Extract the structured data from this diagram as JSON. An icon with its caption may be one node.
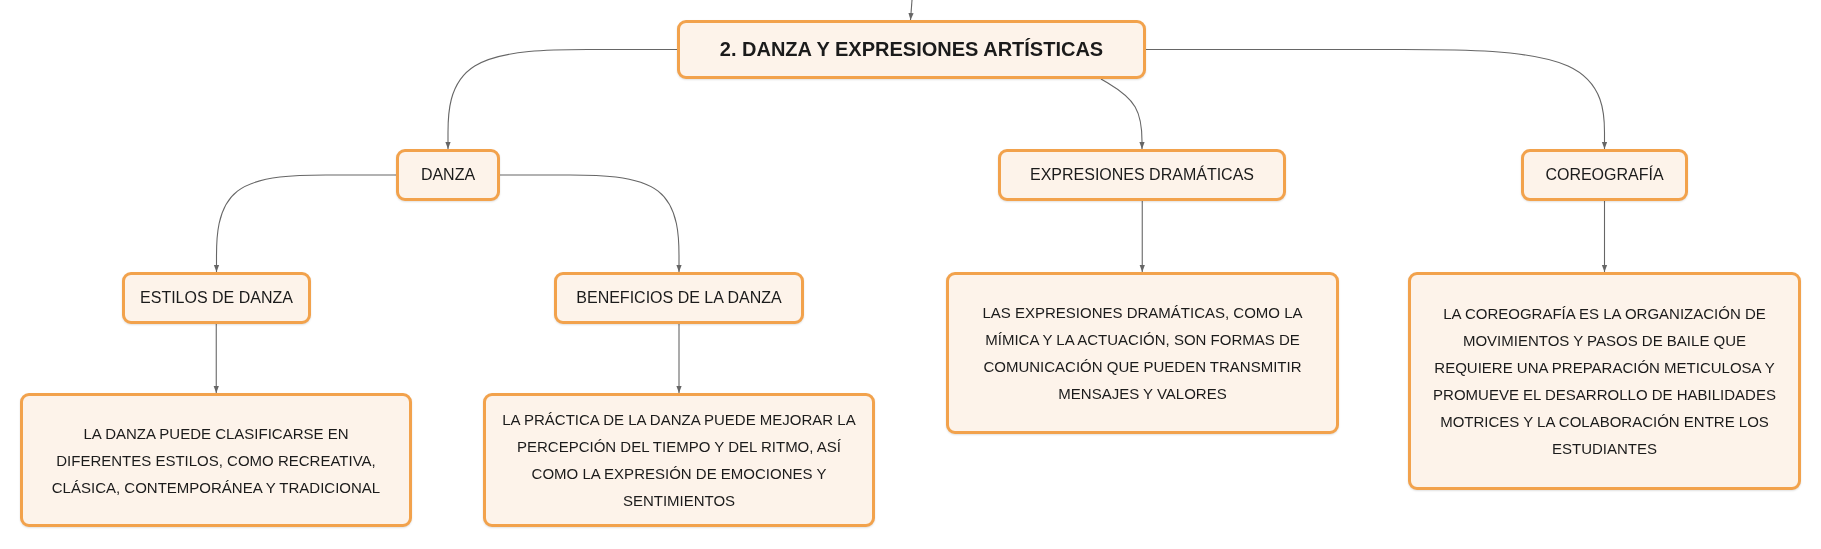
{
  "diagram": {
    "nodes": [
      {
        "text": [
          "2. DANZA Y EXPRESIONES ARTÍSTICAS"
        ]
      },
      {
        "text": [
          "DANZA"
        ]
      },
      {
        "text": [
          "EXPRESIONES DRAMÁTICAS"
        ]
      },
      {
        "text": [
          "COREOGRAFÍA"
        ]
      },
      {
        "text": [
          "ESTILOS DE DANZA"
        ]
      },
      {
        "text": [
          "BENEFICIOS DE LA DANZA"
        ]
      },
      {
        "text": [
          "LA DANZA PUEDE CLASIFICARSE EN DIFERENTES ESTILOS, COMO RECREATIVA, CLÁSICA, CONTEMPORÁNEA Y TRADICIONAL"
        ]
      },
      {
        "text": [
          "LA PRÁCTICA DE LA DANZA PUEDE MEJORAR LA PERCEPCIÓN DEL TIEMPO Y DEL RITMO, ASÍ COMO LA EXPRESIÓN DE EMOCIONES Y SENTIMIENTOS"
        ]
      },
      {
        "text": [
          "LAS EXPRESIONES DRAMÁTICAS, COMO LA MÍMICA Y LA ACTUACIÓN, SON FORMAS DE COMUNICACIÓN QUE PUEDEN TRANSMITIR MENSAJES Y VALORES"
        ]
      },
      {
        "text": [
          "LA COREOGRAFÍA ES LA ORGANIZACIÓN DE MOVIMIENTOS Y PASOS DE BAILE QUE REQUIERE UNA PREPARACIÓN METICULOSA Y PROMUEVE EL DESARROLLO DE HABILIDADES MOTRICES Y LA COLABORACIÓN ENTRE LOS ESTUDIANTES"
        ]
      }
    ],
    "edges": [
      {
        "from": null,
        "to": 0,
        "arrow": "to"
      },
      {
        "from": 0,
        "to": 1,
        "arrow": "to"
      },
      {
        "from": 0,
        "to": 2,
        "arrow": "to"
      },
      {
        "from": 0,
        "to": 3,
        "arrow": "to"
      },
      {
        "from": 1,
        "to": 4,
        "arrow": "to"
      },
      {
        "from": 1,
        "to": 5,
        "arrow": "to"
      },
      {
        "from": 4,
        "to": 6,
        "arrow": "to"
      },
      {
        "from": 5,
        "to": 7,
        "arrow": "to"
      },
      {
        "from": 2,
        "to": 8,
        "arrow": "to"
      },
      {
        "from": 3,
        "to": 9,
        "arrow": "to"
      }
    ]
  }
}
